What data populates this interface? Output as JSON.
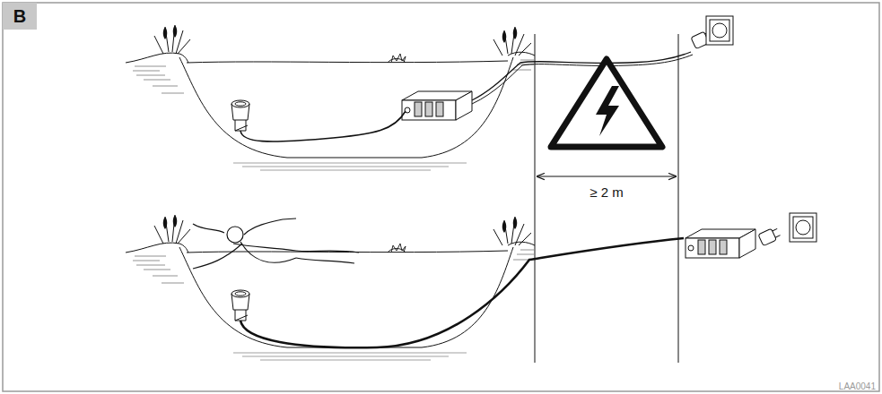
{
  "diagram": {
    "nodes": [
      {
        "text": [
          "B"
        ]
      }
    ],
    "labels": [
      "≥ 2 m",
      "LAA0041"
    ]
  }
}
